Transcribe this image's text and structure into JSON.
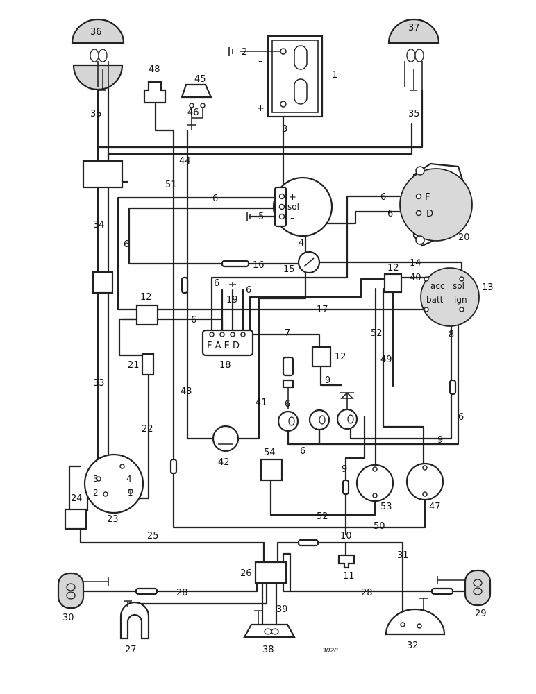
{
  "labels": {
    "n1": "1",
    "n2": "2",
    "n3": "3",
    "n4": "4",
    "n5": "5",
    "n6a": "6",
    "n6b": "6",
    "n6c": "6",
    "n6d": "6",
    "n6e": "6",
    "n6f": "6",
    "n6g": "6",
    "n6h": "6",
    "n6i": "6",
    "n6j": "6",
    "n7": "7",
    "n8": "8",
    "n9a": "9",
    "n9b": "9",
    "n9c": "9",
    "n10": "10",
    "n11": "11",
    "n12a": "12",
    "n12b": "12",
    "n12c": "12",
    "n13": "13",
    "n14": "14",
    "n15": "15",
    "n16": "16",
    "n17": "17",
    "n18": "18",
    "n19": "19",
    "n20": "20",
    "n21": "21",
    "n22": "22",
    "n23": "23",
    "n24": "24",
    "n25": "25",
    "n26": "26",
    "n27": "27",
    "n28a": "28",
    "n28b": "28",
    "n29": "29",
    "n30": "30",
    "n31": "31",
    "n32": "32",
    "n33": "33",
    "n34": "34",
    "n35a": "35",
    "n35b": "35",
    "n36": "36",
    "n37": "37",
    "n38": "38",
    "n39": "39",
    "n40": "40",
    "n41": "41",
    "n42": "42",
    "n43": "43",
    "n44": "44",
    "n45": "45",
    "n46": "46",
    "n47": "47",
    "n48": "48",
    "n49": "49",
    "n50": "50",
    "n51": "51",
    "n52a": "52",
    "n52b": "52",
    "n53": "53",
    "n54": "54"
  },
  "terminals": {
    "battery_neg": "–",
    "battery_pos": "+",
    "solenoid_plus": "+",
    "solenoid_sol": "sol",
    "solenoid_minus": "–",
    "dynamo_f": "F",
    "dynamo_d": "D",
    "switch_acc": "acc",
    "switch_sol": "sol",
    "switch_batt": "batt",
    "switch_ign": "ign",
    "fuse_block": "F A E D",
    "lamp_pin_1": "1",
    "lamp_pin_2": "2",
    "lamp_pin_3": "3",
    "lamp_pin_4": "4"
  },
  "drawing_ref": "3028",
  "colors": {
    "line": "#222222",
    "shading": "#d6d6d6",
    "background": "#ffffff"
  }
}
